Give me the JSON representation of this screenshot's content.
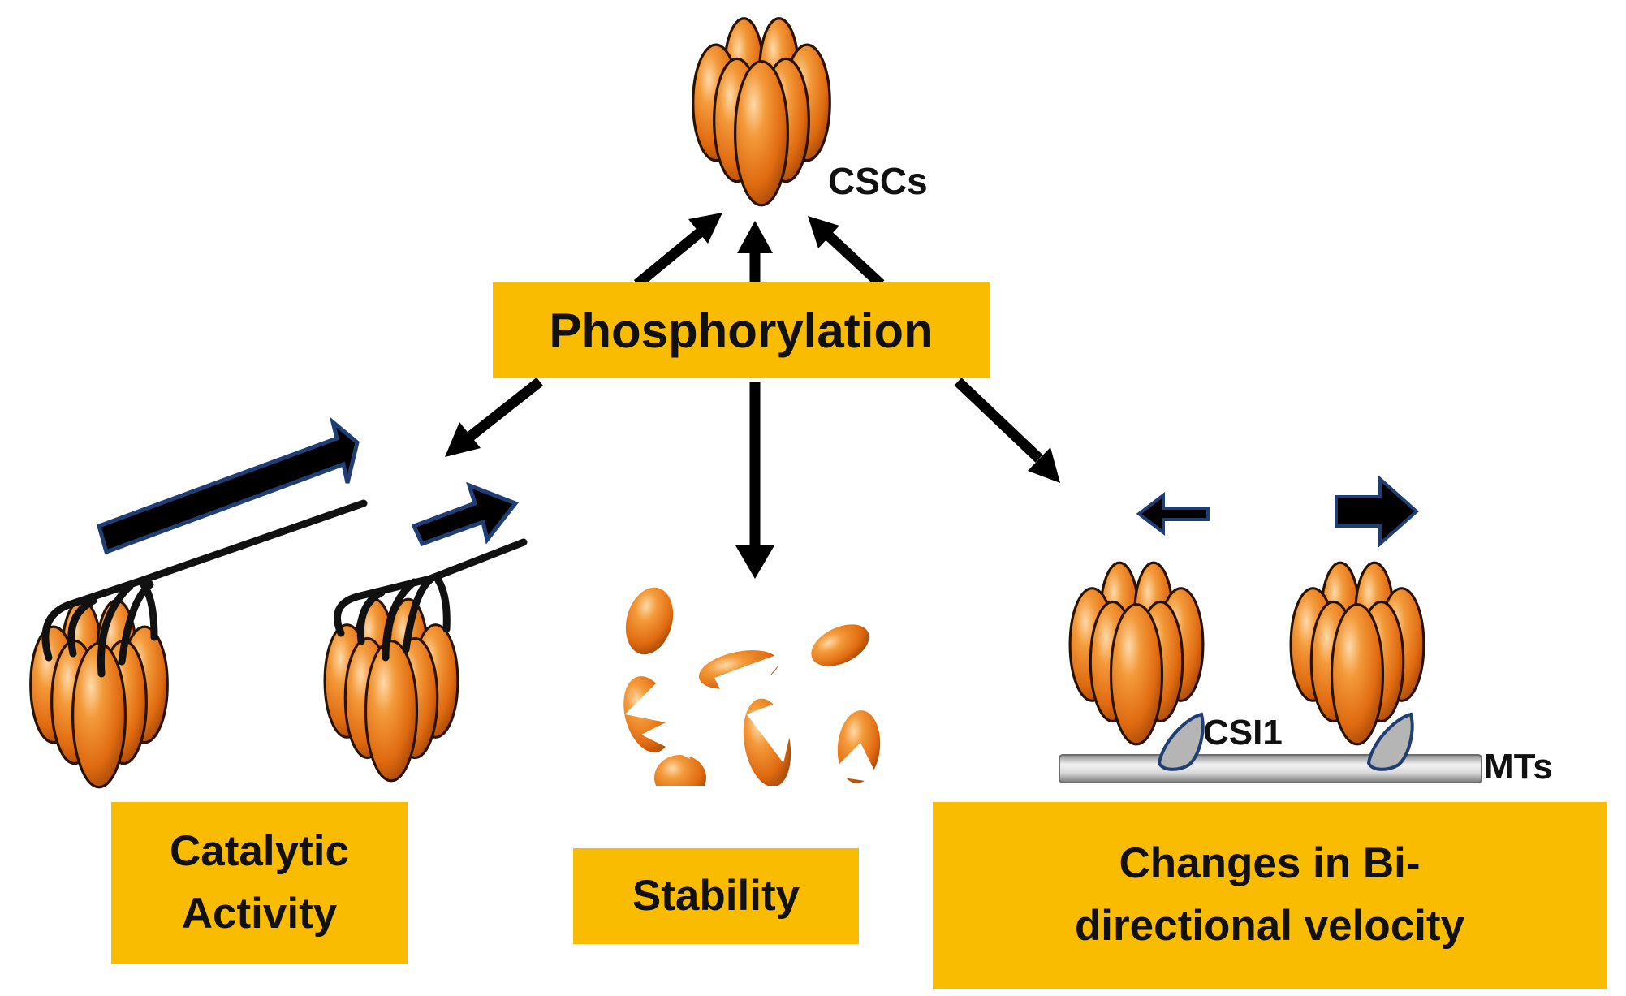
{
  "labels": {
    "cscs": "CSCs",
    "phosphorylation": "Phosphorylation",
    "catalytic_line1": "Catalytic",
    "catalytic_line2": "Activity",
    "stability": "Stability",
    "velocity_line1": "Changes in Bi-",
    "velocity_line2": "directional velocity",
    "csi1": "CSI1",
    "mts": "MTs"
  },
  "colors": {
    "box_fill": "#F9BC00",
    "complex_orange": "#E8731A",
    "arrow_black": "#000000",
    "arrow_outline_blue": "#1F3F74",
    "csi1_fill": "#B5B5B5",
    "microtubule_gray": "#BDBDBD",
    "text": "#111111"
  },
  "icons": {
    "complex": "cellulose-synthase-complex-icon",
    "fragments": "disassembled-complex-fragments",
    "large_arrow": "block-arrow-icon",
    "csi1": "csi1-protein-icon",
    "microtubule": "microtubule-bar"
  }
}
